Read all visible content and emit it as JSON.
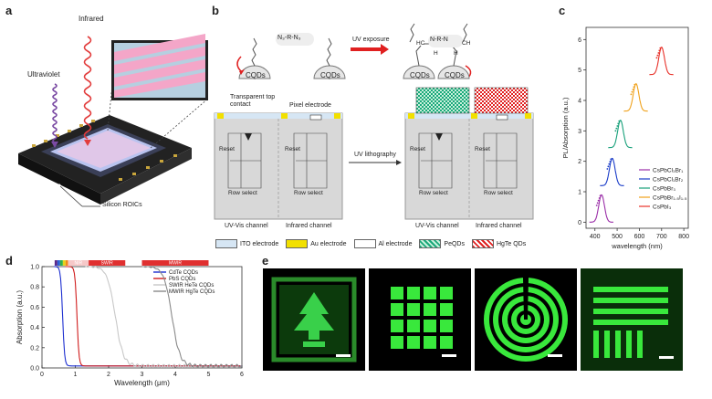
{
  "panel_labels": {
    "a": "a",
    "b": "b",
    "c": "c",
    "d": "d",
    "e": "e"
  },
  "panel_a": {
    "infrared": "Infrared",
    "ultraviolet": "Ultraviolet",
    "roic": "Silicon ROICs"
  },
  "panel_b": {
    "chem_left": "N₃-R-N₃",
    "uv_exposure": "UV exposure",
    "cqd": "CQDs",
    "bridge": "N-R-N",
    "hc": "HC",
    "ch": "CH",
    "h": "H",
    "transparent_contact": "Transparent top contact",
    "pixel_electrode": "Pixel electrode",
    "uv_litho": "UV lithography",
    "reset": "Reset",
    "row_select": "Row select",
    "ch_uv": "UV-Vis channel",
    "ch_ir": "Infrared channel",
    "legend": [
      "ITO electrode",
      "Au electrode",
      "Al electrode",
      "PeQDs",
      "HgTe QDs"
    ]
  },
  "chart_c": {
    "type": "line",
    "ylabel": "PL/Absorption (a.u.)",
    "xlabel": "wavelength (nm)",
    "xticks": [
      "400",
      "500",
      "600",
      "700",
      "800"
    ],
    "yticks": [
      "0",
      "1",
      "2",
      "3",
      "4",
      "5",
      "6"
    ],
    "xlim": [
      360,
      820
    ],
    "ylim": [
      -0.2,
      6.4
    ],
    "series": [
      {
        "name": "CsPbCl₃Br₁",
        "color": "#9b2fa8",
        "peak": 430,
        "offset": 0
      },
      {
        "name": "CsPbCl₁Br₂",
        "color": "#1a3cc8",
        "peak": 478,
        "offset": 1.2
      },
      {
        "name": "CsPbBr₃",
        "color": "#17a07a",
        "peak": 515,
        "offset": 2.45
      },
      {
        "name": "CsPbBr₁.₅I₁.₅",
        "color": "#f0a21c",
        "peak": 585,
        "offset": 3.65
      },
      {
        "name": "CsPbI₃",
        "color": "#e8322a",
        "peak": 700,
        "offset": 4.85
      }
    ]
  },
  "chart_d": {
    "type": "line",
    "ylabel": "Absorption (a.u.)",
    "xlabel": "Wavelength (μm)",
    "xticks": [
      "0",
      "1",
      "2",
      "3",
      "4",
      "5",
      "6"
    ],
    "yticks": [
      "0.0",
      "0.2",
      "0.4",
      "0.6",
      "0.8",
      "1.0"
    ],
    "xlim": [
      0,
      6
    ],
    "ylim": [
      0,
      1
    ],
    "bands": [
      "NIR",
      "SWIR",
      "MWIR"
    ],
    "series": [
      {
        "name": "CdTe CQDs",
        "color": "#1d2fd0",
        "edge": 0.62
      },
      {
        "name": "PbS CQDs",
        "color": "#d01c1c",
        "edge": 1.05
      },
      {
        "name": "SWIR HeTe CQDs",
        "color": "#c8c8c8",
        "edge": 2.2
      },
      {
        "name": "MWIR HgTe CQDs",
        "color": "#8a8a8a",
        "edge": 3.9
      }
    ]
  }
}
